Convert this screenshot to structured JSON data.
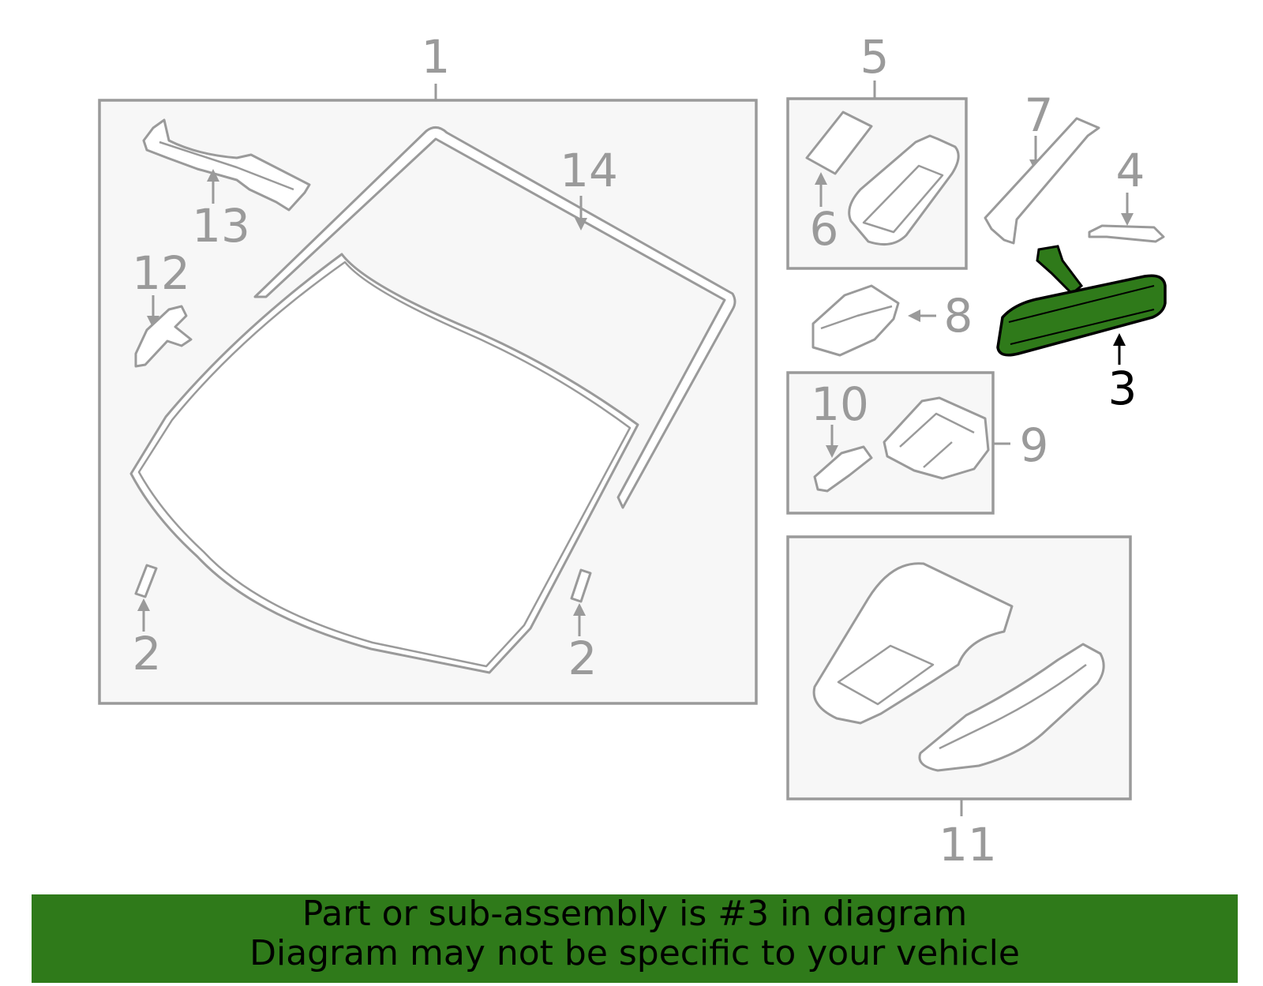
{
  "callouts": {
    "c1": "1",
    "c2a": "2",
    "c2b": "2",
    "c3": "3",
    "c4": "4",
    "c5": "5",
    "c6": "6",
    "c7": "7",
    "c8": "8",
    "c9": "9",
    "c10": "10",
    "c11": "11",
    "c12": "12",
    "c13": "13",
    "c14": "14"
  },
  "highlighted_part": "3",
  "colors": {
    "highlight": "#2f7a1a",
    "lines": "#9a9a9a",
    "box_fill": "#f7f7f7"
  },
  "banner": {
    "line1": "Part or sub-assembly is #3 in diagram",
    "line2": "Diagram may not be specific to your vehicle"
  }
}
